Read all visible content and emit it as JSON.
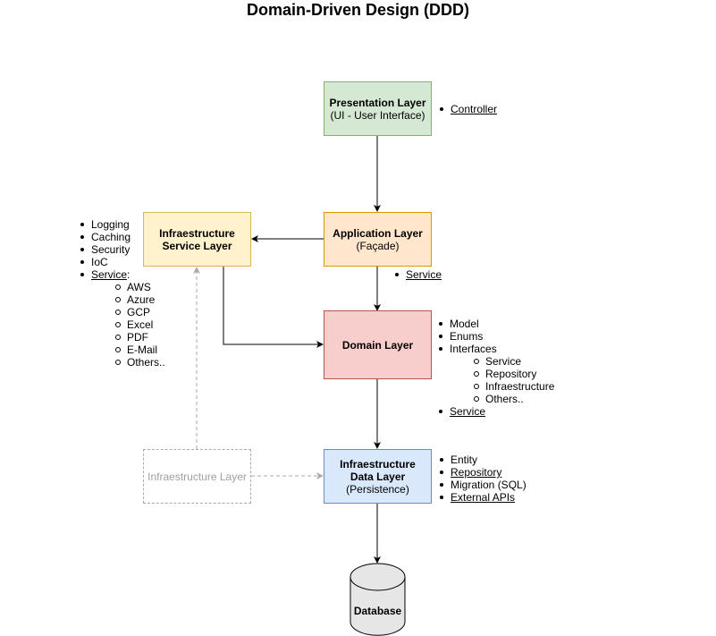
{
  "title": "Domain-Driven Design (DDD)",
  "nodes": {
    "presentation": {
      "line1": "Presentation Layer",
      "line2": "(UI - User Interface)"
    },
    "application": {
      "line1": "Application Layer",
      "line2": "(Façade)"
    },
    "infra_service": {
      "line1": "Infraestructure",
      "line2": "Service Layer"
    },
    "domain": {
      "line1": "Domain Layer"
    },
    "infra_data": {
      "line1": "Infraestructure",
      "line2": "Data Layer",
      "line3": "(Persistence)"
    },
    "infra_layer": {
      "line1": "Infraestructure Layer"
    },
    "database": {
      "line1": "Database"
    }
  },
  "lists": {
    "presentation": [
      "Controller"
    ],
    "application": [
      "Service"
    ],
    "infra_service": {
      "items": [
        "Logging",
        "Caching",
        "Security",
        "IoC"
      ],
      "service_label": "Service",
      "service_suffix": ":",
      "service_children": [
        "AWS",
        "Azure",
        "GCP",
        "Excel",
        "PDF",
        "E-Mail",
        "Others.."
      ]
    },
    "domain": {
      "items": [
        "Model",
        "Enums",
        "Interfaces"
      ],
      "interfaces_children": [
        "Service",
        "Repository",
        "Infraestructure",
        "Others.."
      ],
      "last": "Service"
    },
    "infra_data": [
      "Entity",
      "Repository",
      "Migration (SQL)",
      "External APIs"
    ]
  },
  "colors": {
    "presentation_fill": "#d5e8d4",
    "presentation_stroke": "#82b366",
    "application_fill": "#ffe6cc",
    "application_stroke": "#d79b00",
    "infra_service_fill": "#fff2cc",
    "infra_service_stroke": "#d6b656",
    "domain_fill": "#f8cecc",
    "domain_stroke": "#b85450",
    "infra_data_fill": "#dae8fc",
    "infra_data_stroke": "#6c8ebf",
    "dashed_stroke": "#aaaaaa",
    "database_fill": "#e6e6e6"
  }
}
